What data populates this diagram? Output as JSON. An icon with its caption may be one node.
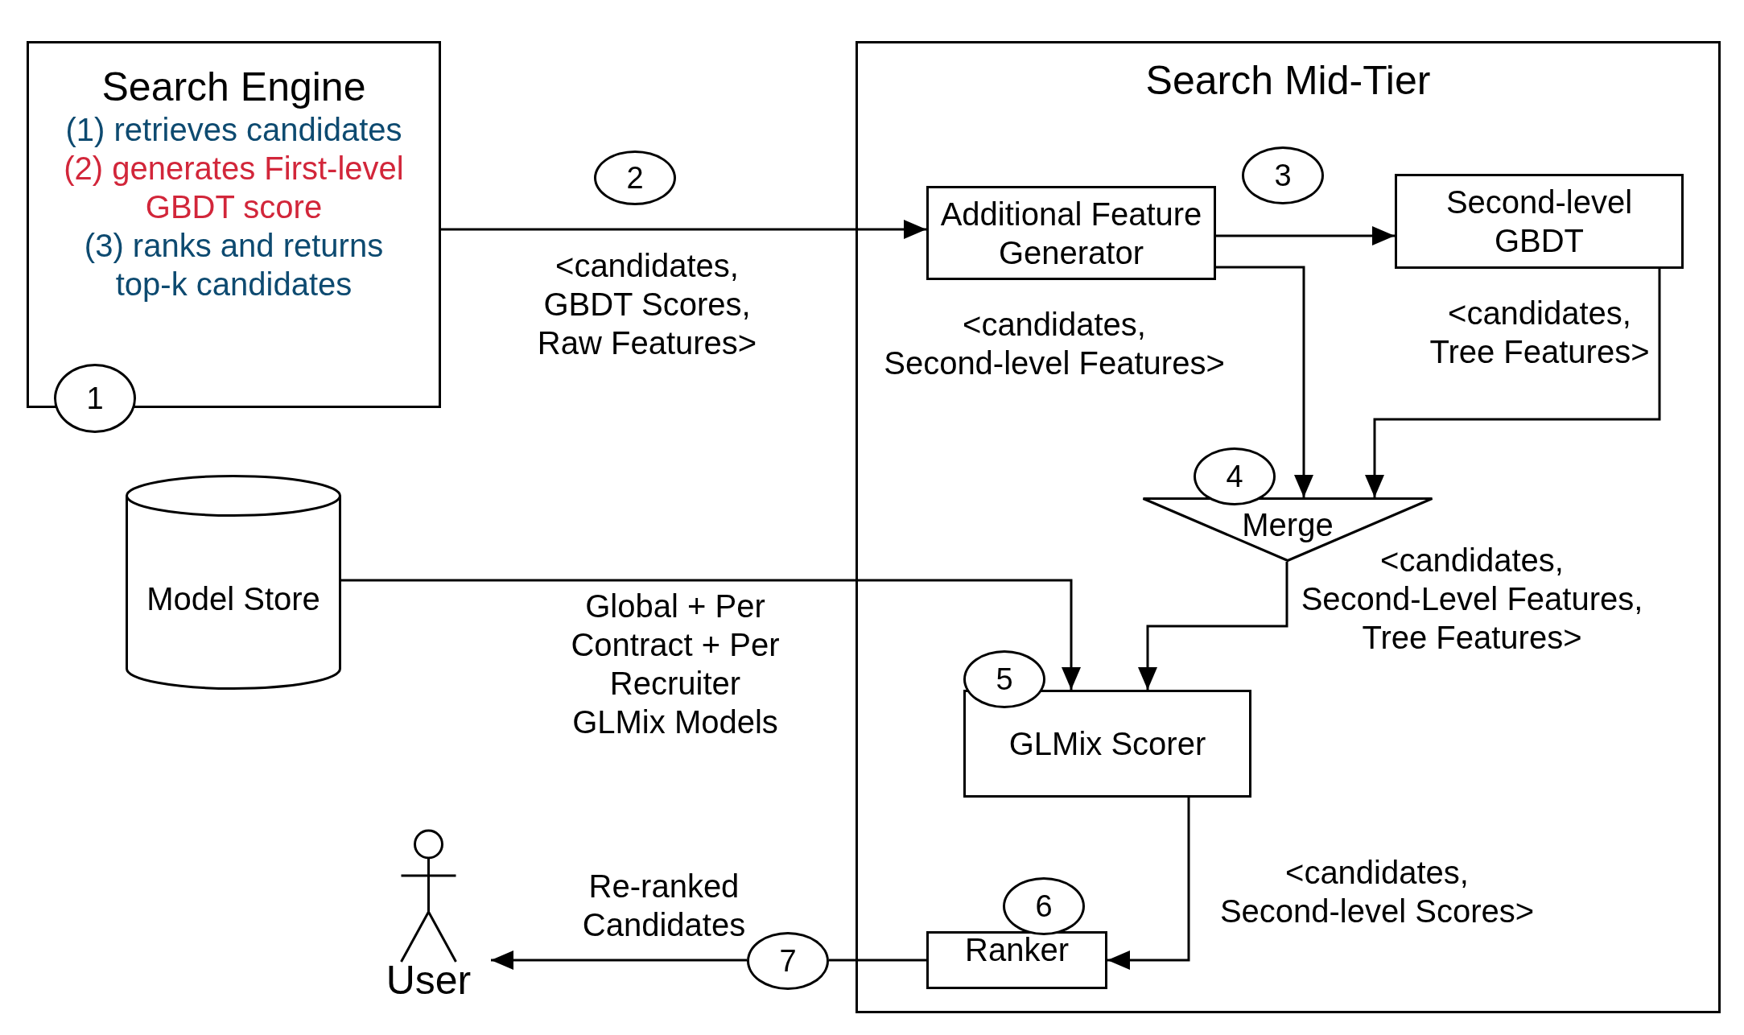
{
  "diagram": {
    "nodes": [
      {
        "text": [
          "Search Engine",
          "(1) retrieves candidates",
          "(2) generates First-level GBDT score",
          "(3) ranks and returns top-k candidates"
        ]
      },
      {
        "text": [
          "1"
        ]
      },
      {
        "text": [
          "Search Mid-Tier"
        ]
      },
      {
        "text": [
          "2"
        ]
      },
      {
        "text": [
          "Additional Feature Generator"
        ],
        "in": 2
      },
      {
        "text": [
          "3"
        ],
        "in": 2
      },
      {
        "text": [
          "Second-level GBDT"
        ],
        "in": 2
      },
      {
        "text": [
          "4"
        ],
        "in": 2
      },
      {
        "text": [
          "Merge"
        ],
        "in": 2
      },
      {
        "text": [
          "Model Store"
        ]
      },
      {
        "text": [
          "5"
        ],
        "in": 2
      },
      {
        "text": [
          "GLMix Scorer"
        ],
        "in": 2
      },
      {
        "text": [
          "6"
        ],
        "in": 2
      },
      {
        "text": [
          "Ranker"
        ],
        "in": 2
      },
      {
        "text": [
          "User"
        ]
      },
      {
        "text": [
          "7"
        ]
      }
    ],
    "edges": [
      {
        "from": 0,
        "to": 4,
        "arrow": "to",
        "label": "<candidates, GBDT Scores, Raw Features>"
      },
      {
        "from": 4,
        "to": 6,
        "arrow": "to"
      },
      {
        "from": 4,
        "to": 8,
        "arrow": "to",
        "label": "<candidates, Second-level Features>"
      },
      {
        "from": 6,
        "to": 8,
        "arrow": "to",
        "label": "<candidates, Tree Features>"
      },
      {
        "from": 8,
        "to": 11,
        "arrow": "to",
        "label": "<candidates, Second-Level Features, Tree Features>"
      },
      {
        "from": 9,
        "to": 11,
        "arrow": "to",
        "label": "Global + Per Contract + Per Recruiter GLMix Models"
      },
      {
        "from": 11,
        "to": 13,
        "arrow": "to",
        "label": "<candidates, Second-level Scores>"
      },
      {
        "from": 13,
        "to": 15,
        "arrow": "none"
      },
      {
        "from": 15,
        "to": 14,
        "arrow": "to",
        "label": "Re-ranked Candidates"
      }
    ]
  }
}
